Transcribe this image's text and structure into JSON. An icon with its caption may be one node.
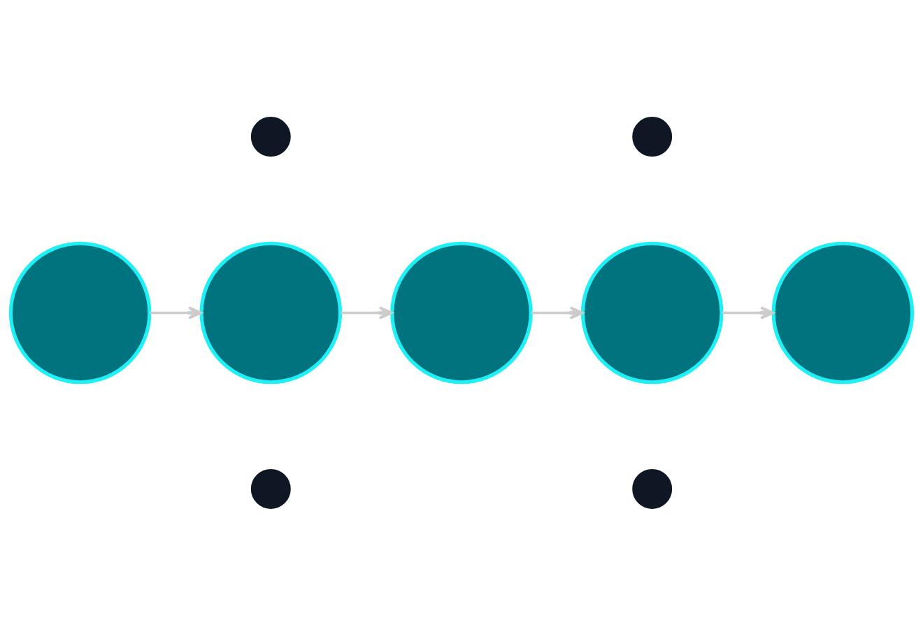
{
  "diagram": {
    "nodes": [
      {
        "text": [],
        "shape": "circle"
      },
      {
        "text": [],
        "shape": "circle"
      },
      {
        "text": [],
        "shape": "circle"
      },
      {
        "text": [],
        "shape": "circle"
      },
      {
        "text": [],
        "shape": "circle"
      },
      {
        "text": [],
        "shape": "circle"
      },
      {
        "text": [],
        "shape": "circle"
      },
      {
        "text": [],
        "shape": "circle"
      },
      {
        "text": [],
        "shape": "circle"
      }
    ],
    "edges": [
      {
        "from": 0,
        "to": 1,
        "arrow": "to"
      },
      {
        "from": 1,
        "to": 2,
        "arrow": "to"
      },
      {
        "from": 2,
        "to": 3,
        "arrow": "to"
      },
      {
        "from": 3,
        "to": 4,
        "arrow": "to"
      }
    ]
  }
}
